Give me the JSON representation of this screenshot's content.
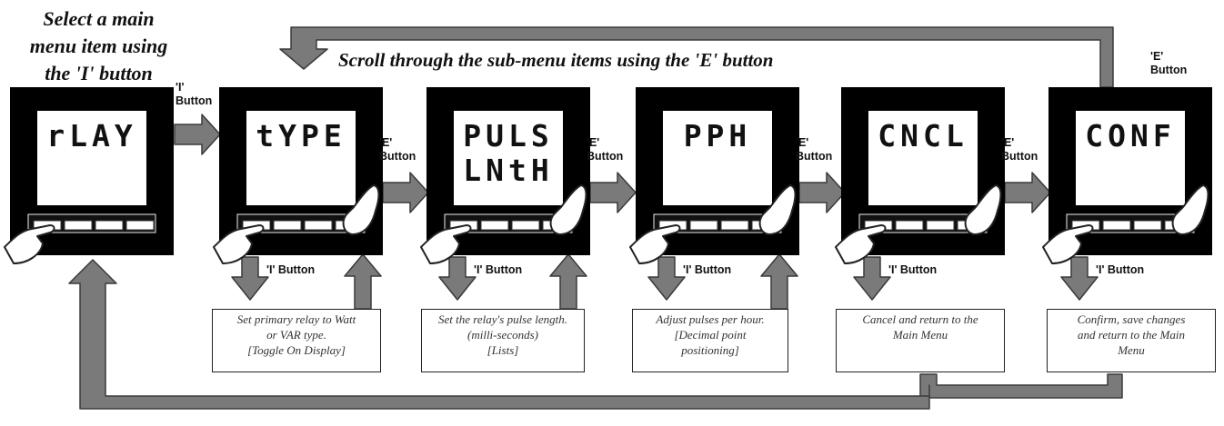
{
  "title": "Select a main menu item using the 'I' button",
  "title_lines": [
    "Select a main",
    "menu item using",
    "the 'I' button"
  ],
  "scroll_title": "Scroll through the sub-menu items using the 'E' button",
  "quote_mark": "'I'",
  "top_e_label": [
    "'E'",
    "Button"
  ],
  "first_i_label": [
    "'I'",
    "Button"
  ],
  "e_label": [
    "'E'",
    "Button"
  ],
  "i_label": "'I' Button",
  "displays": [
    {
      "id": "relay",
      "lines": [
        "rLAY"
      ]
    },
    {
      "id": "type",
      "lines": [
        "tYPE"
      ]
    },
    {
      "id": "puls-lnth",
      "lines": [
        "PULS",
        "LNtH"
      ]
    },
    {
      "id": "pph",
      "lines": [
        "PPH"
      ]
    },
    {
      "id": "cncl",
      "lines": [
        "CNCL"
      ]
    },
    {
      "id": "conf",
      "lines": [
        "CONF"
      ]
    }
  ],
  "descriptions": [
    {
      "id": "type",
      "lines": [
        "Set primary relay to Watt",
        "or VAR type.",
        "[Toggle On Display]"
      ]
    },
    {
      "id": "puls-lnth",
      "lines": [
        "Set the relay's pulse length.",
        "(milli-seconds)",
        "[Lists]"
      ]
    },
    {
      "id": "pph",
      "lines": [
        "Adjust pulses per hour.",
        "[Decimal point",
        "positioning]"
      ]
    },
    {
      "id": "cncl",
      "lines": [
        "Cancel and return to the",
        "Main Menu"
      ]
    },
    {
      "id": "conf",
      "lines": [
        "Confirm, save changes",
        "and return to the Main",
        "Menu"
      ]
    }
  ],
  "colors": {
    "arrow_fill": "#7a7a7a",
    "arrow_stroke": "#3a3a3a",
    "device": "#000000",
    "screen": "#ffffff"
  }
}
